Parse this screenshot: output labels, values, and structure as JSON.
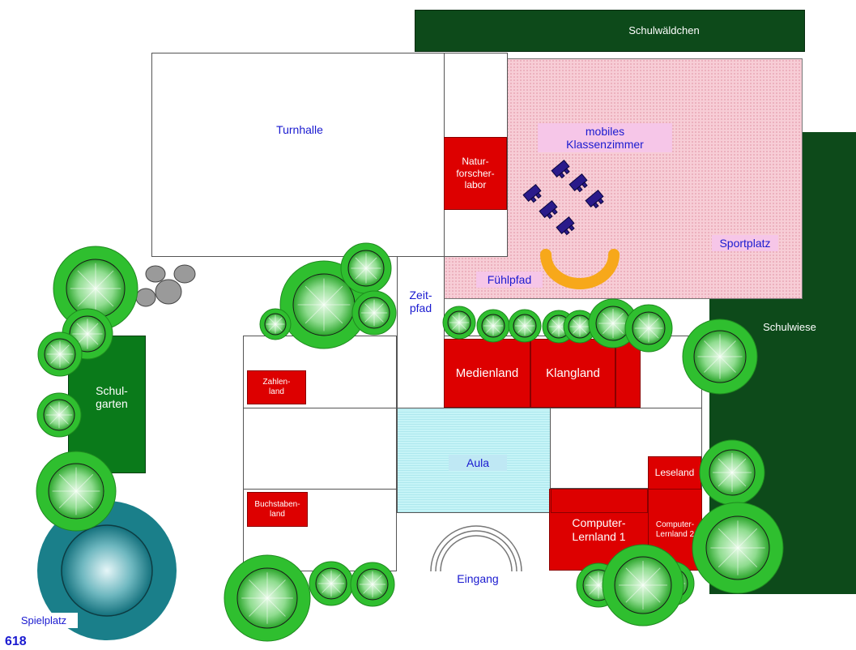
{
  "labels": {
    "schulwaeldchen": "Schulwäldchen",
    "turnhalle": "Turnhalle",
    "naturforscherlabor": "Natur-\nforscher-\nlabor",
    "mobiles_klassenzimmer": "mobiles\nKlassenzimmer",
    "sportplatz": "Sportplatz",
    "fuehlpfad": "Fühlpfad",
    "zeitpfad": "Zeit-\npfad",
    "schulwiese": "Schulwiese",
    "schulgarten": "Schul-\ngarten",
    "zahlenland": "Zahlen-\nland",
    "medienland": "Medienland",
    "klangland": "Klangland",
    "aula": "Aula",
    "leseland": "Leseland",
    "buchstabenland": "Buchstaben-\nland",
    "computer_lernland_1": "Computer-\nLernland 1",
    "computer_lernland_2": "Computer-\nLernland 2",
    "eingang": "Eingang",
    "spielplatz": "Spielplatz",
    "page_number": "618"
  },
  "colors": {
    "dark_green": "#0d4a1a",
    "mid_green": "#0a7a1a",
    "tree_green": "#2fbf2f",
    "tree_light": "#9be39b",
    "red_room": "#dd0000",
    "pink_field": "#f7cdd6",
    "aula_cyan": "#c6f4f7",
    "label_blue": "#1a1ad0",
    "orange_arc": "#f7a81a",
    "teal_play": "#1a7f8a"
  },
  "icons": [
    "tree-icon",
    "rock-icon",
    "desk-chair-icon",
    "entrance-arch-icon",
    "half-ring-icon"
  ]
}
